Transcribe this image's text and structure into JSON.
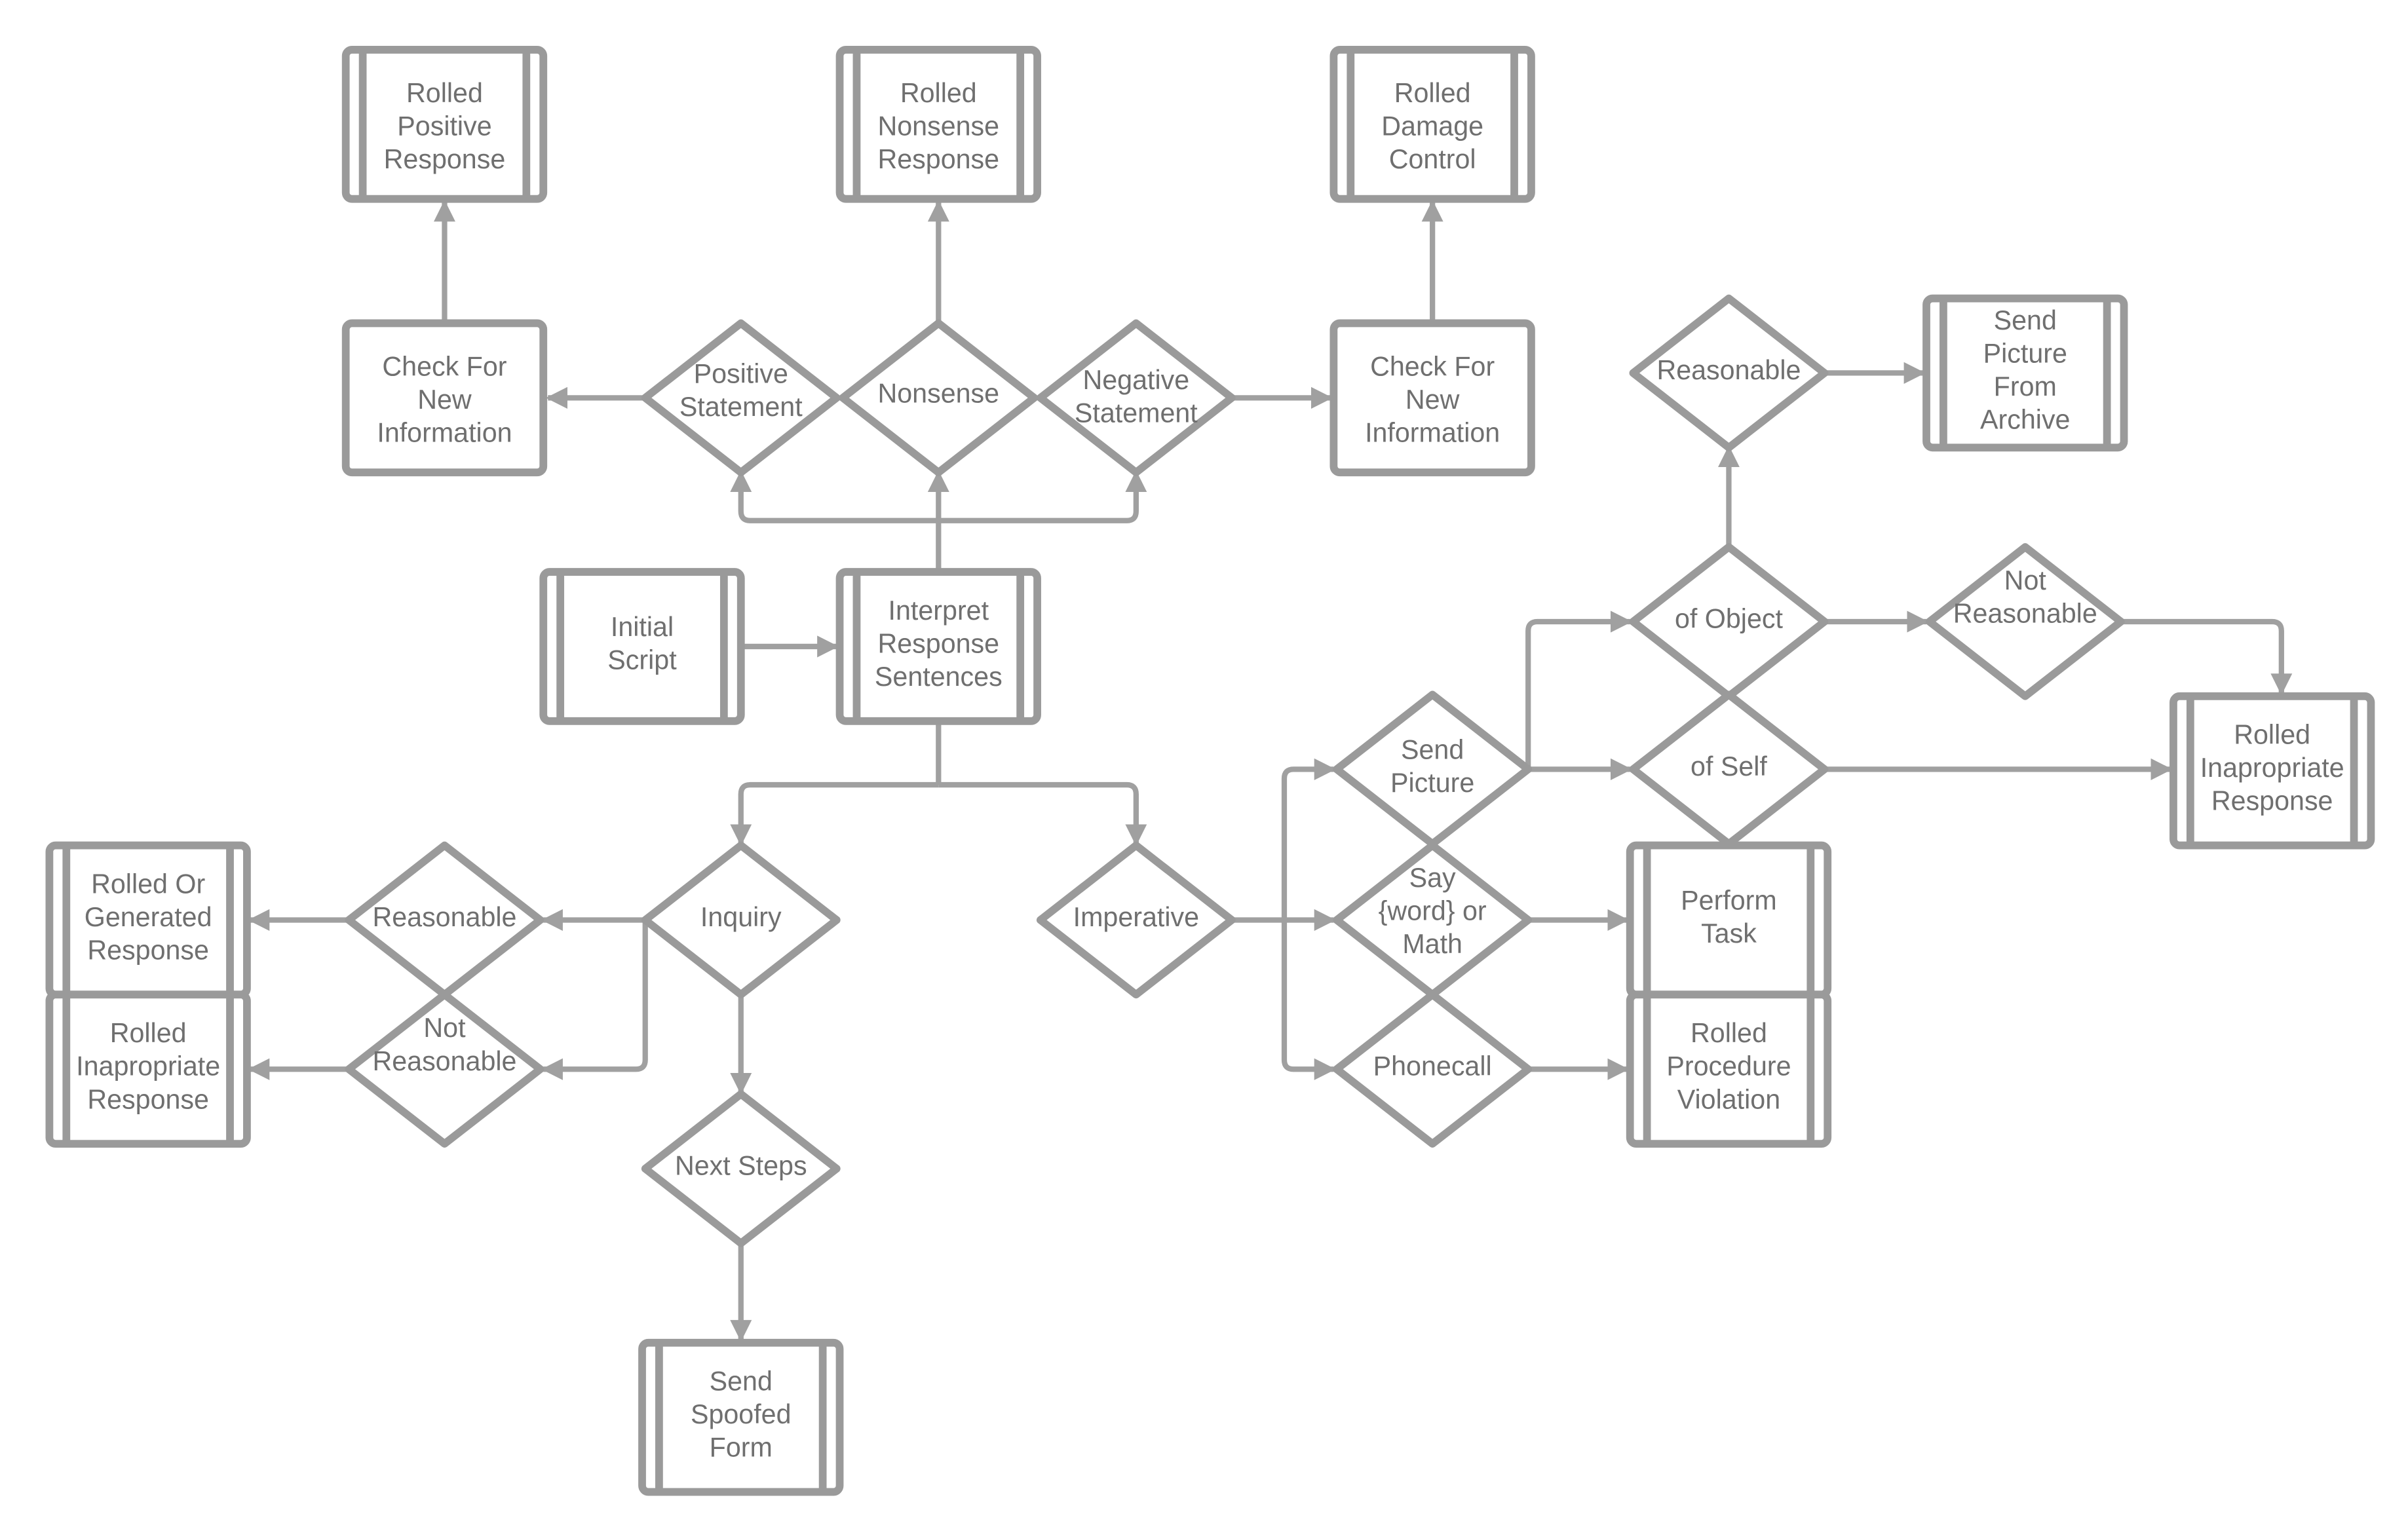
{
  "colors": {
    "stroke": "#9a9a9a",
    "text": "#6f6f6f",
    "background": "#ffffff"
  },
  "nodes": {
    "rolled_positive": [
      "Rolled",
      "Positive",
      "Response"
    ],
    "rolled_nonsense": [
      "Rolled",
      "Nonsense",
      "Response"
    ],
    "rolled_damage": [
      "Rolled",
      "Damage",
      "Control"
    ],
    "check_new_info_left": [
      "Check For",
      "New",
      "Information"
    ],
    "positive_statement": [
      "Positive",
      "Statement"
    ],
    "nonsense": [
      "Nonsense"
    ],
    "negative_statement": [
      "Negative",
      "Statement"
    ],
    "check_new_info_right": [
      "Check For",
      "New",
      "Information"
    ],
    "reasonable_top": [
      "Reasonable"
    ],
    "send_picture_archive": [
      "Send",
      "Picture",
      "From",
      "Archive"
    ],
    "initial_script": [
      "Initial",
      "Script"
    ],
    "interpret_response": [
      "Interpret",
      "Response",
      "Sentences"
    ],
    "of_object": [
      "of Object"
    ],
    "not_reasonable_right": [
      "Not",
      "Reasonable"
    ],
    "send_picture": [
      "Send",
      "Picture"
    ],
    "of_self": [
      "of Self"
    ],
    "rolled_inappropriate_right": [
      "Rolled",
      "Inapropriate",
      "Response"
    ],
    "rolled_or_generated": [
      "Rolled Or",
      "Generated",
      "Response"
    ],
    "reasonable_left": [
      "Reasonable"
    ],
    "inquiry": [
      "Inquiry"
    ],
    "imperative": [
      "Imperative"
    ],
    "say_word_math": [
      "Say",
      "{word} or",
      "Math"
    ],
    "perform_task": [
      "Perform",
      "Task"
    ],
    "rolled_inappropriate_left": [
      "Rolled",
      "Inapropriate",
      "Response"
    ],
    "not_reasonable_left": [
      "Not",
      "Reasonable"
    ],
    "phonecall": [
      "Phonecall"
    ],
    "rolled_procedure": [
      "Rolled",
      "Procedure",
      "Violation"
    ],
    "next_steps": [
      "Next Steps"
    ],
    "send_spoofed": [
      "Send",
      "Spoofed",
      "Form"
    ]
  }
}
